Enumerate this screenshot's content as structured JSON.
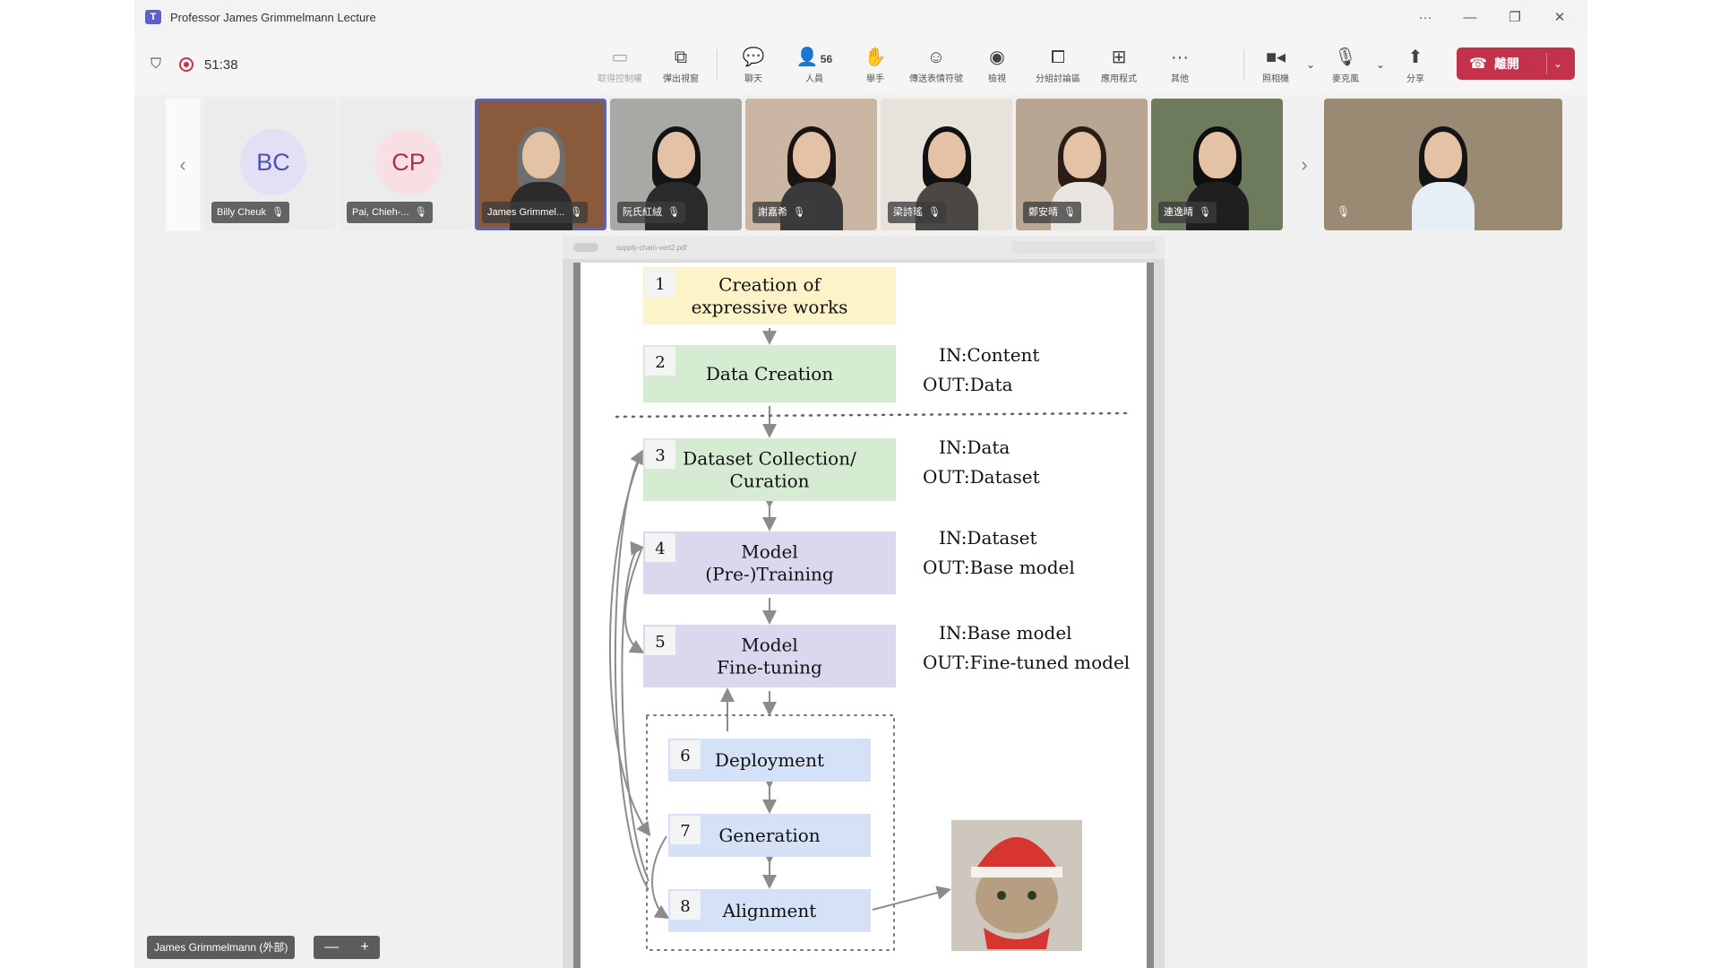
{
  "window": {
    "title": "Professor James Grimmelmann Lecture",
    "controls": [
      "···",
      "—",
      "❐",
      "✕"
    ]
  },
  "meeting": {
    "timer": "51:38"
  },
  "toolbar": {
    "items": [
      {
        "name": "take-control",
        "label": "取得控制權",
        "icon": "monitor-icon",
        "glyph": "▭",
        "dim": true
      },
      {
        "name": "pop-out",
        "label": "彈出視窗",
        "icon": "popout-icon",
        "glyph": "⧉",
        "dim": false
      },
      {
        "name": "chat",
        "label": "聊天",
        "icon": "chat-icon",
        "glyph": "💬",
        "dim": false
      },
      {
        "name": "people",
        "label": "人員",
        "icon": "people-icon",
        "glyph": "👤",
        "dim": false,
        "count": "56"
      },
      {
        "name": "raise-hand",
        "label": "舉手",
        "icon": "hand-icon",
        "glyph": "✋",
        "dim": false
      },
      {
        "name": "reactions",
        "label": "傳送表情符號",
        "icon": "smile-icon",
        "glyph": "☺",
        "dim": false
      },
      {
        "name": "view",
        "label": "檢視",
        "icon": "view-icon",
        "glyph": "◉",
        "dim": false
      },
      {
        "name": "breakout",
        "label": "分組討論區",
        "icon": "breakout-icon",
        "glyph": "⧠",
        "dim": false
      },
      {
        "name": "apps",
        "label": "應用程式",
        "icon": "plus-icon",
        "glyph": "⊞",
        "dim": false
      },
      {
        "name": "more",
        "label": "其他",
        "icon": "more-icon",
        "glyph": "···",
        "dim": false
      }
    ],
    "camera_label": "照相機",
    "mic_label": "麥克風",
    "share_label": "分享",
    "leave_label": "離開"
  },
  "participants": [
    {
      "name": "Billy Cheuk",
      "initials": "BC",
      "avatar_bg": "#e3dff5",
      "avatar_fg": "#4f52b2"
    },
    {
      "name": "Pai, Chieh-...",
      "initials": "CP",
      "avatar_bg": "#f8dfe4",
      "avatar_fg": "#b0304a"
    },
    {
      "name": "James Grimmel...",
      "video": true,
      "bg": "#8a5a3c",
      "shirt": "#2b2b2b",
      "hair": "#6e6e6e",
      "active": true
    },
    {
      "name": "阮氏紅絨",
      "video": true,
      "bg": "#a8a9a4",
      "shirt": "#2a2a2a",
      "hair": "#141414"
    },
    {
      "name": "謝嘉希",
      "video": true,
      "bg": "#cbb6a4",
      "shirt": "#3a3a3a",
      "hair": "#1a1412"
    },
    {
      "name": "梁詩瑤",
      "video": true,
      "bg": "#e7e2da",
      "shirt": "#4a4745",
      "hair": "#111111"
    },
    {
      "name": "鄭安晴",
      "video": true,
      "bg": "#b8a592",
      "shirt": "#e9e6e1",
      "hair": "#2a1c16"
    },
    {
      "name": "連逸晴",
      "video": true,
      "bg": "#6d7a5c",
      "shirt": "#1f1f1f",
      "hair": "#0f0f0f"
    },
    {
      "name": "",
      "video": true,
      "bg": "#9b8a73",
      "shirt": "#e6eef6",
      "hair": "#151515"
    }
  ],
  "shared_doc": {
    "filename": "supply-chain-vert2.pdf",
    "boxes": [
      {
        "num": "1",
        "lines": [
          "Creation of",
          "expressive works"
        ],
        "color": "#fdf3c8"
      },
      {
        "num": "2",
        "lines": [
          "Data Creation"
        ],
        "color": "#d6ecd2"
      },
      {
        "num": "3",
        "lines": [
          "Dataset Collection/",
          "Curation"
        ],
        "color": "#d6ecd2"
      },
      {
        "num": "4",
        "lines": [
          "Model",
          "(Pre-)Training"
        ],
        "color": "#ddd6ef"
      },
      {
        "num": "5",
        "lines": [
          "Model",
          "Fine-tuning"
        ],
        "color": "#ddd6ef"
      },
      {
        "num": "6",
        "lines": [
          "Deployment"
        ],
        "color": "#d4e1f7"
      },
      {
        "num": "7",
        "lines": [
          "Generation"
        ],
        "color": "#d4e1f7"
      },
      {
        "num": "8",
        "lines": [
          "Alignment"
        ],
        "color": "#d4e1f7"
      }
    ],
    "io_labels": [
      {
        "in": "IN:Content",
        "out": "OUT:Data"
      },
      {
        "in": "IN:Data",
        "out": "OUT:Dataset"
      },
      {
        "in": "IN:Dataset",
        "out": "OUT:Base model"
      },
      {
        "in": "IN:Base model",
        "out": "OUT:Fine-tuned model"
      }
    ]
  },
  "presenter": {
    "label": "James Grimmelmann (外部)",
    "zoom_out": "—",
    "zoom_in": "+"
  }
}
